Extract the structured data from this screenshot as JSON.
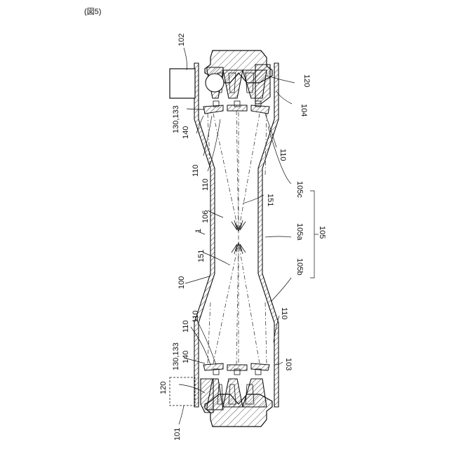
{
  "figure_label": "(図5)",
  "labels": {
    "l102": "102",
    "l120_top": "120",
    "l104": "104",
    "l130_133_top": "130,133",
    "l140_top": "140",
    "l110_a": "110",
    "l110_b": "110",
    "l110_c": "110",
    "l105c": "105c",
    "l151_right": "151",
    "l106": "106",
    "l1": "1",
    "l105a": "105a",
    "l105": "105",
    "l151_left": "151",
    "l105b": "105b",
    "l100": "100",
    "l110_d": "110",
    "l110_e": "110",
    "l110_f": "110",
    "l130_133_bottom": "130,133",
    "l140_bottom": "140",
    "l103": "103",
    "l120_bottom": "120",
    "l101": "101"
  }
}
